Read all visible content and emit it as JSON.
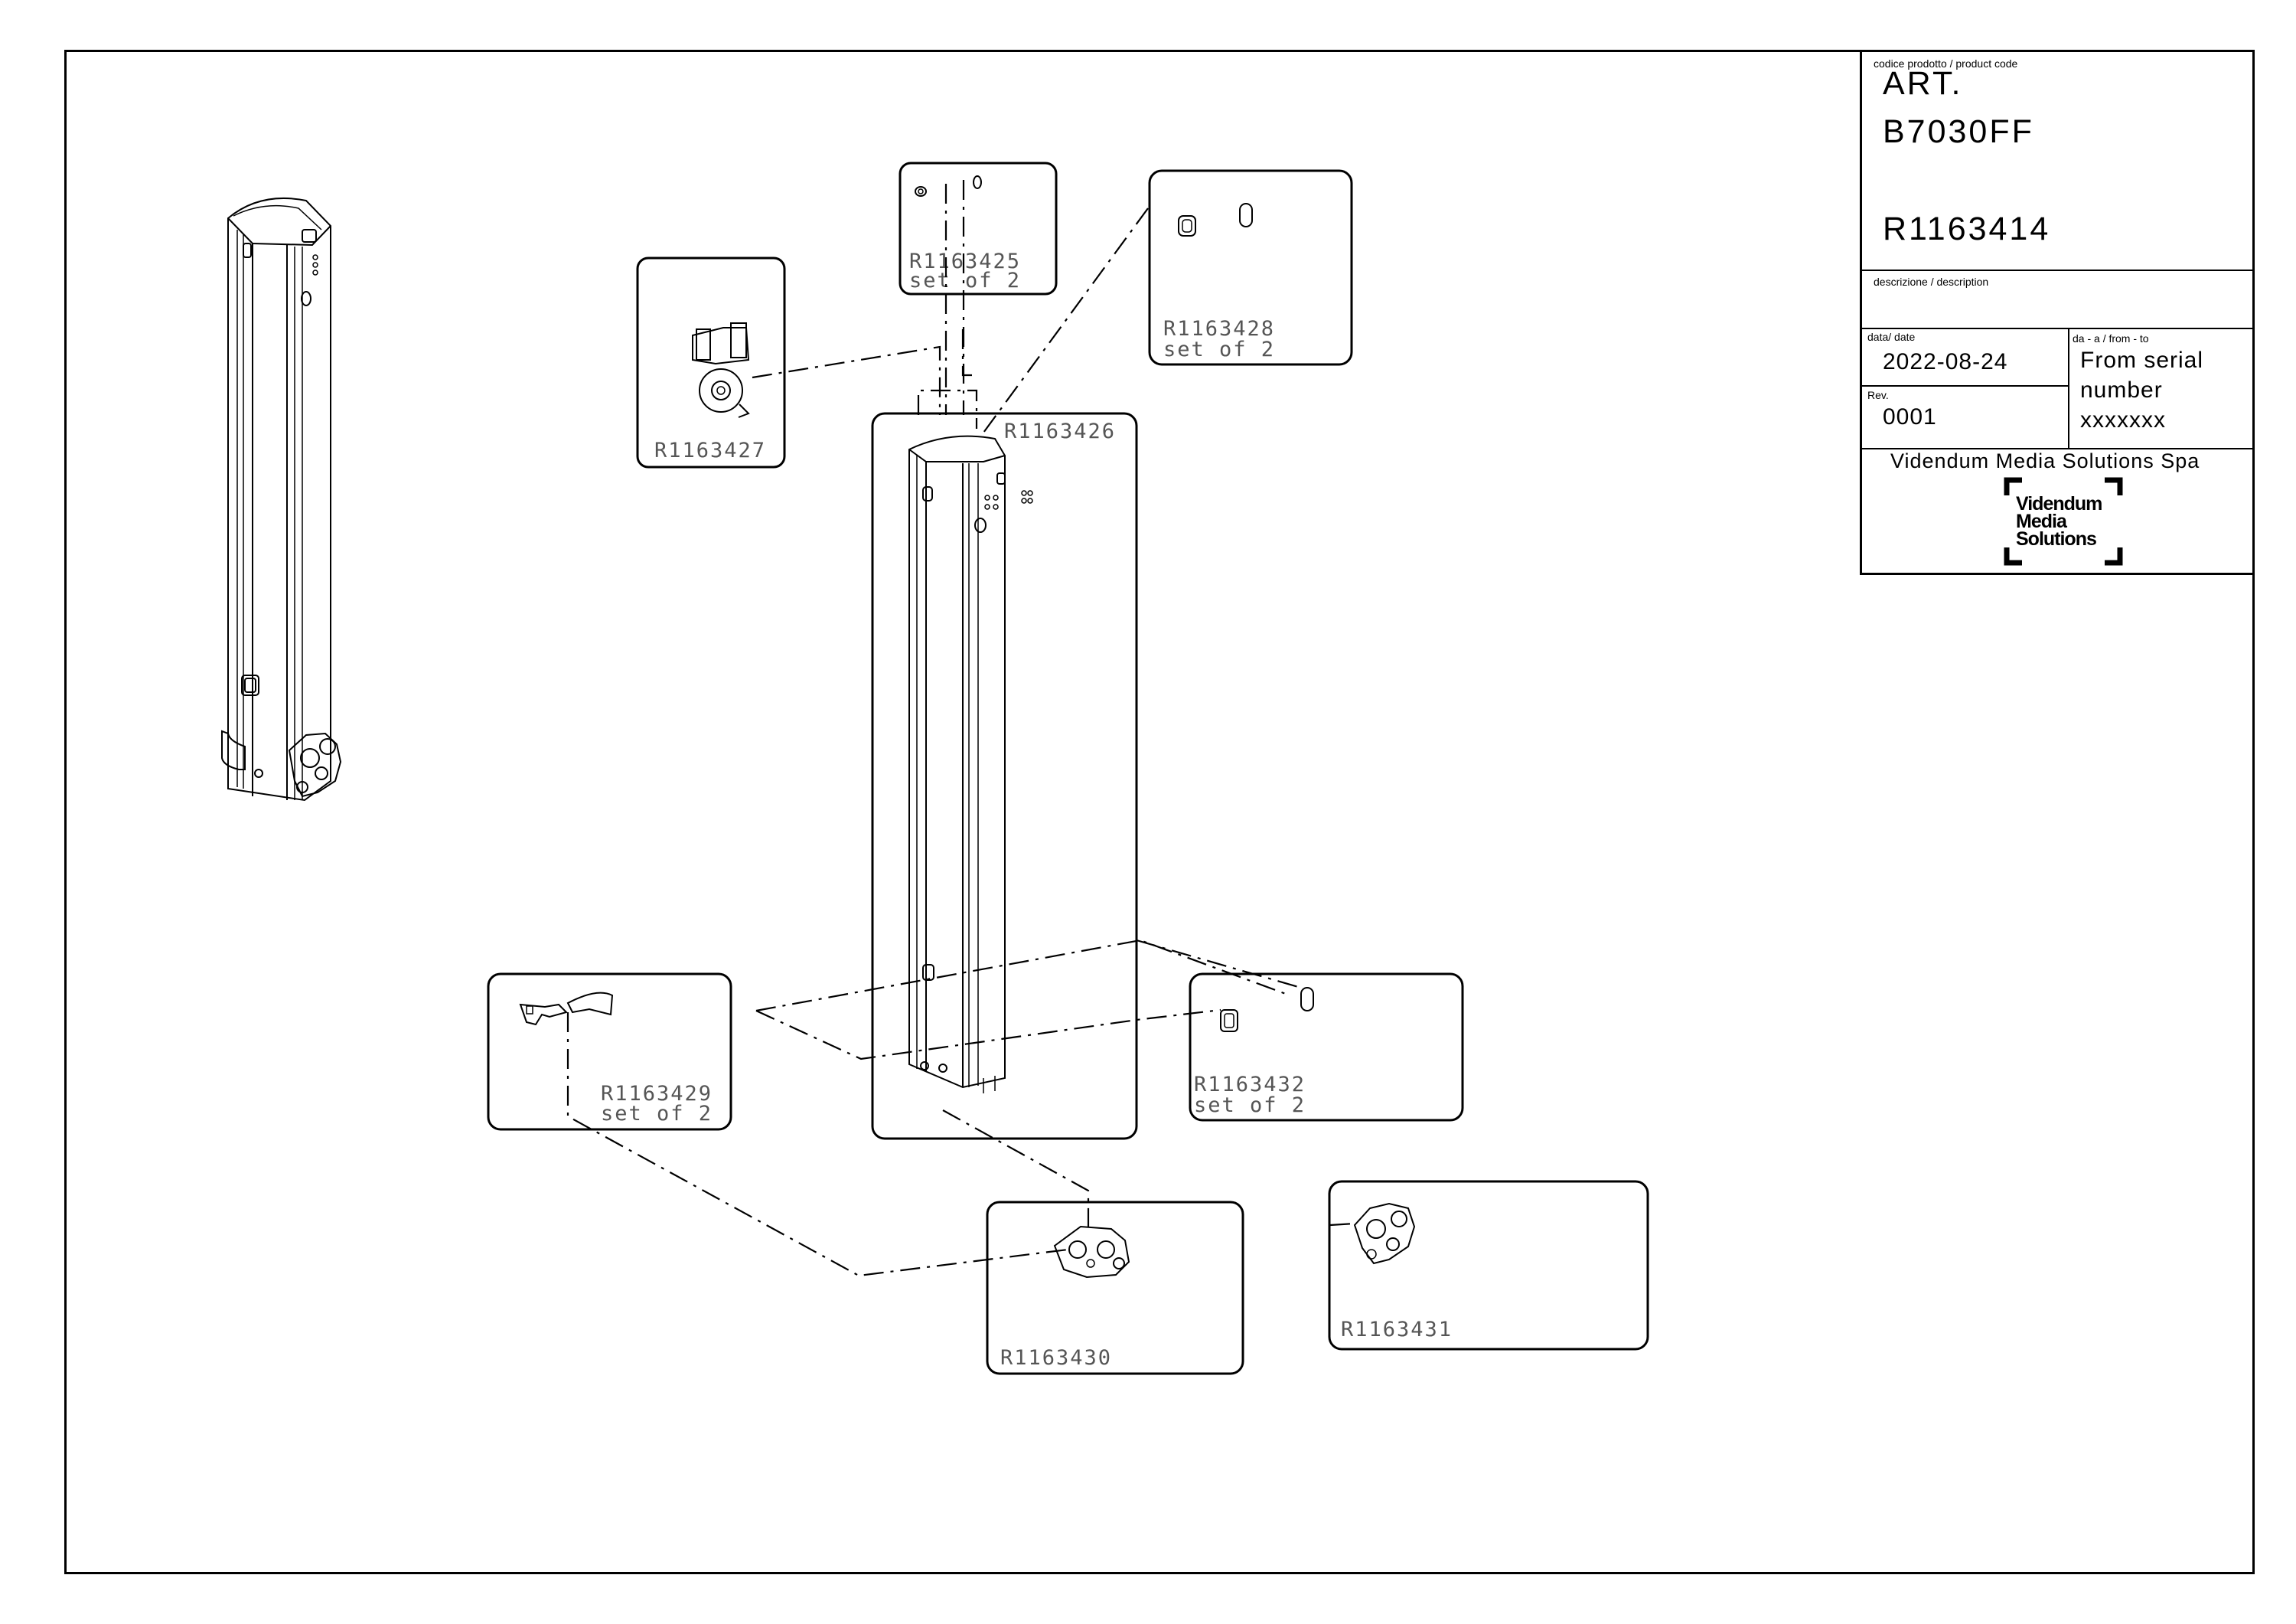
{
  "title_block": {
    "product_code_label": "codice prodotto / product code",
    "art_prefix": "ART.",
    "art_code": "B7030FF",
    "drawing_number": "R1163414",
    "description_label": "descrizione / description",
    "date_label": "data/ date",
    "date_value": "2022-08-24",
    "from_to_label": "da - a / from - to",
    "from_to_line1": "From serial",
    "from_to_line2": "number",
    "from_to_line3": "xxxxxxx",
    "rev_label": "Rev.",
    "rev_value": "0001",
    "company": "Videndum Media Solutions Spa",
    "logo_line1": "Videndum",
    "logo_line2": "Media",
    "logo_line3": "Solutions"
  },
  "parts": {
    "p3425": {
      "code": "R1163425",
      "qty": "set of 2"
    },
    "p3428": {
      "code": "R1163428",
      "qty": "set of 2"
    },
    "p3427": {
      "code": "R1163427"
    },
    "p3426": {
      "code": "R1163426"
    },
    "p3429": {
      "code": "R1163429",
      "qty": "set of 2"
    },
    "p3432": {
      "code": "R1163432",
      "qty": "set of 2"
    },
    "p3430": {
      "code": "R1163430"
    },
    "p3431": {
      "code": "R1163431"
    }
  }
}
